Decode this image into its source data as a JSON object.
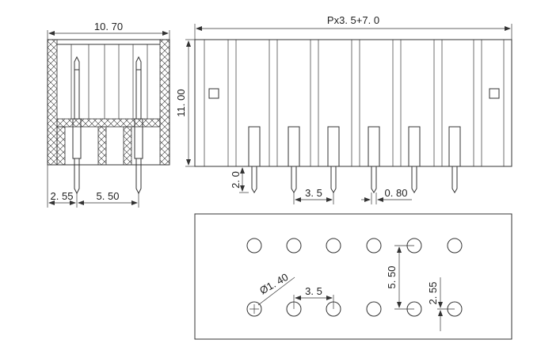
{
  "diagram": {
    "line_color": "#333333",
    "background": "#ffffff",
    "dimensions": {
      "side_width": "10. 70",
      "total_length": "Px3. 5+7. 0",
      "height": "11. 00",
      "pin_offset": "2. 55",
      "pin_spacing_side": "5. 50",
      "pin_protrusion": "2. 0",
      "pitch_front": "3. 5",
      "pin_width": "0. 80",
      "hole_diameter": "Ø1. 40",
      "pitch_pcb": "3. 5",
      "row_spacing": "5. 50",
      "row_offset": "2. 55"
    }
  }
}
